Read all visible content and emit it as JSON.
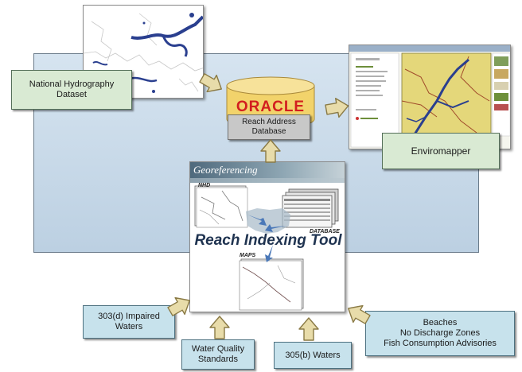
{
  "nodes": {
    "national_hydrography": "National Hydrography\nDataset",
    "reach_address_db": "Reach Address\nDatabase",
    "oracle_logo": "ORACLE",
    "enviromapper": "Enviromapper",
    "georeferencing_banner": "Georeferencing",
    "reach_indexing_title": "Reach Indexing Tool",
    "nhd_tag": "NHD",
    "database_tag": "DATABASE",
    "maps_tag": "MAPS",
    "impaired_waters": "303(d) Impaired\nWaters",
    "water_quality": "Water Quality\nStandards",
    "waters_305b": "305(b) Waters",
    "beaches_group": "Beaches\nNo Discharge Zones\nFish Consumption Advisories"
  },
  "colors": {
    "panel_fill": "#c9d9e8",
    "green_box": "#d9ead3",
    "cyan_box": "#c7e2ec",
    "arrow_fill": "#e8dcaa",
    "arrow_stroke": "#8a7a45",
    "oracle_red": "#d21f1f",
    "cylinder": "#f2d36b"
  },
  "icons": {
    "arrows": "block-arrow-icon",
    "cylinder": "database-cylinder-icon"
  }
}
